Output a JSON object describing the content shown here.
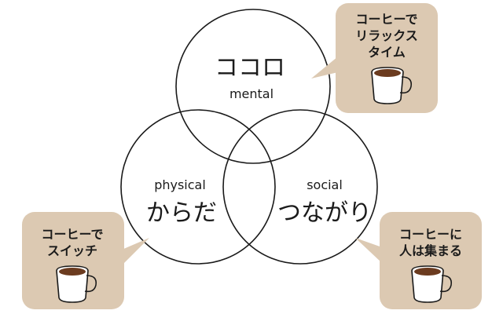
{
  "circles": {
    "top": {
      "main": "ココロ",
      "sub": "mental"
    },
    "left": {
      "main": "からだ",
      "sub": "physical"
    },
    "right": {
      "main": "つながり",
      "sub": "social"
    }
  },
  "bubbles": {
    "top": {
      "lines": [
        "コーヒーで",
        "リラックス",
        "タイム"
      ]
    },
    "left": {
      "lines": [
        "コーヒーで",
        "スイッチ"
      ]
    },
    "right": {
      "lines": [
        "コーヒーに",
        "人は集まる"
      ]
    }
  },
  "colors": {
    "bubble": "#dcc9b2",
    "coffee": "#6b3b1f",
    "line": "#1a1a1a"
  },
  "icons": [
    "coffee-cup-icon"
  ]
}
